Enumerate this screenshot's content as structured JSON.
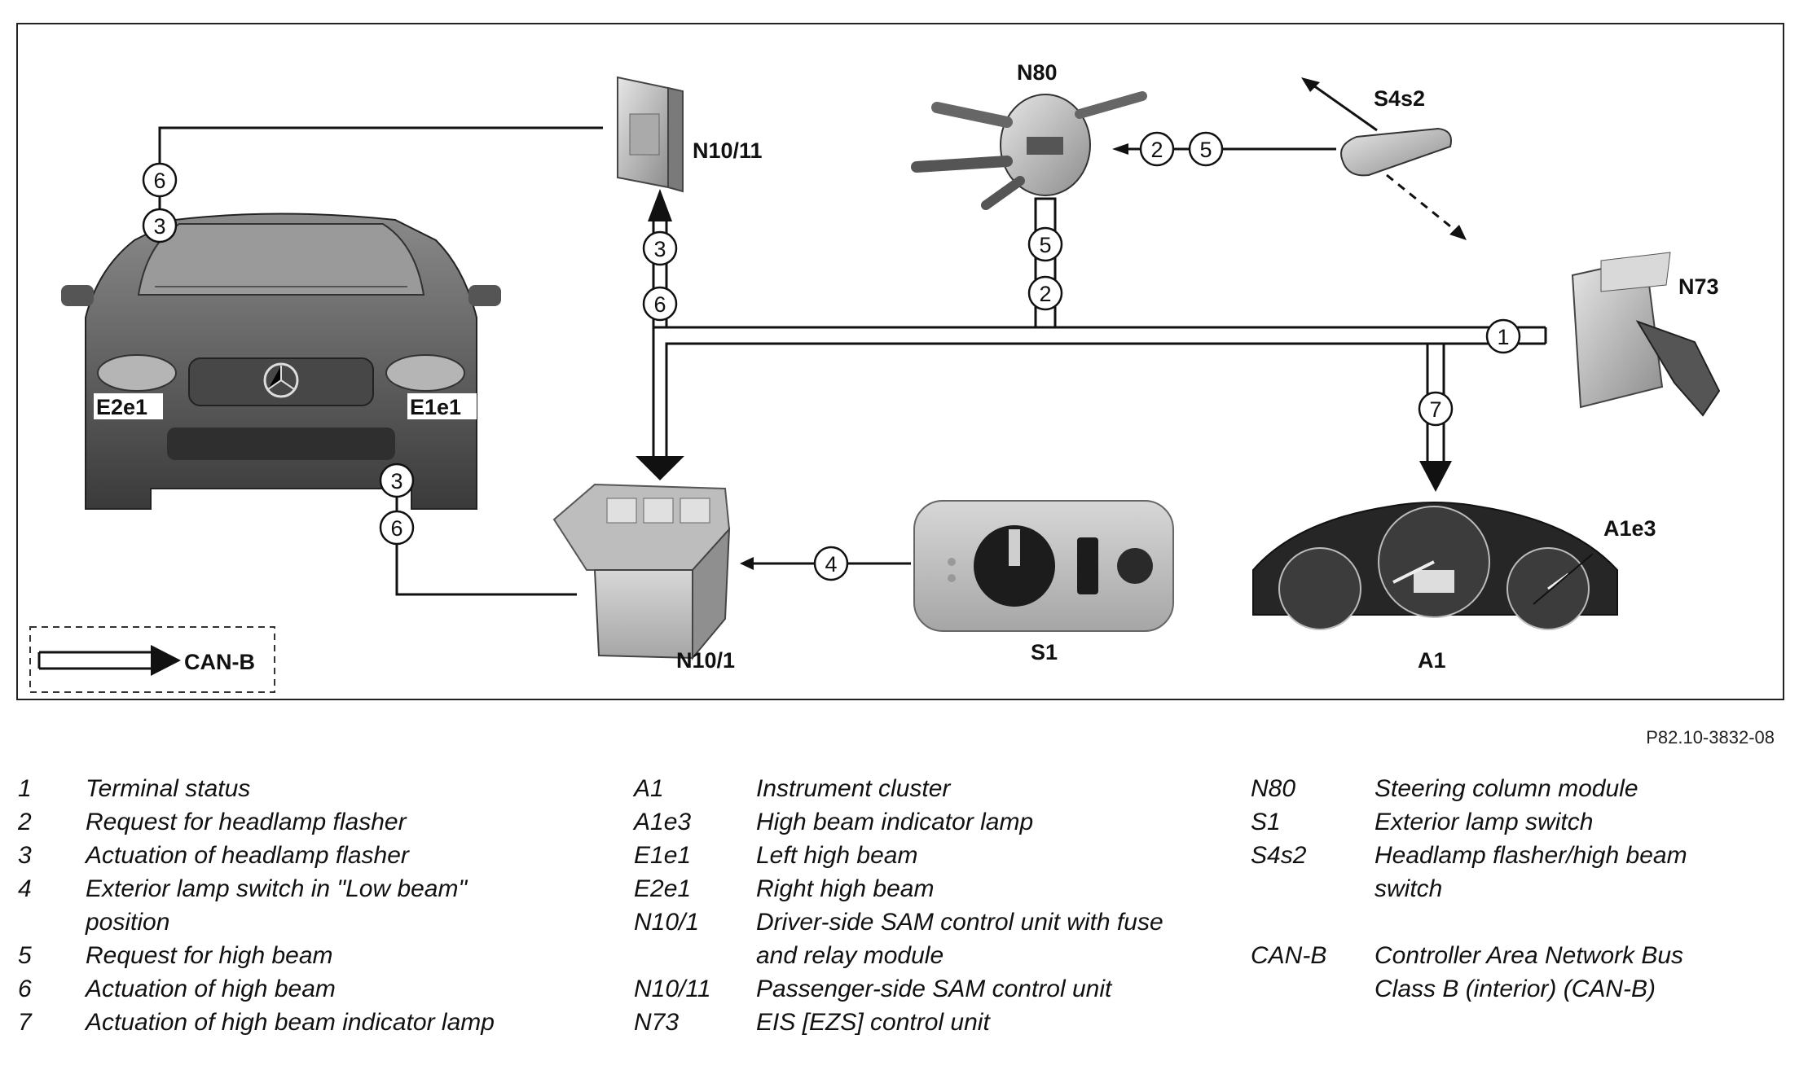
{
  "components": {
    "N10_11": "N10/11",
    "N80": "N80",
    "S4s2": "S4s2",
    "N73": "N73",
    "E2e1": "E2e1",
    "E1e1": "E1e1",
    "N10_1": "N10/1",
    "S1": "S1",
    "A1": "A1",
    "A1e3": "A1e3"
  },
  "signals": {
    "s1": "1",
    "s2": "2",
    "s3": "3",
    "s4": "4",
    "s5": "5",
    "s6": "6",
    "s7": "7"
  },
  "can_legend_label": "CAN-B",
  "figure_ref": "P82.10-3832-08",
  "legend_numbers": [
    {
      "key": "1",
      "text": "Terminal status"
    },
    {
      "key": "2",
      "text": "Request for headlamp flasher"
    },
    {
      "key": "3",
      "text": "Actuation of headlamp flasher"
    },
    {
      "key": "4",
      "text": "Exterior lamp switch in \"Low beam\" position"
    },
    {
      "key": "5",
      "text": "Request for high beam"
    },
    {
      "key": "6",
      "text": "Actuation of high beam"
    },
    {
      "key": "7",
      "text": "Actuation of high beam indicator lamp"
    }
  ],
  "legend_components_a": [
    {
      "key": "A1",
      "text": "Instrument cluster"
    },
    {
      "key": "A1e3",
      "text": "High beam indicator lamp"
    },
    {
      "key": "E1e1",
      "text": "Left high beam"
    },
    {
      "key": "E2e1",
      "text": "Right high beam"
    },
    {
      "key": "N10/1",
      "text": "Driver-side SAM control unit with fuse and relay module"
    },
    {
      "key": "N10/11",
      "text": "Passenger-side SAM control unit"
    },
    {
      "key": "N73",
      "text": "EIS [EZS] control unit"
    }
  ],
  "legend_components_b": [
    {
      "key": "N80",
      "text": "Steering column module"
    },
    {
      "key": "S1",
      "text": "Exterior lamp switch"
    },
    {
      "key": "S4s2",
      "text": "Headlamp flasher/high beam switch"
    },
    {
      "key": "CAN-B",
      "text": "Controller Area Network Bus Class B (interior) (CAN-B)"
    }
  ]
}
